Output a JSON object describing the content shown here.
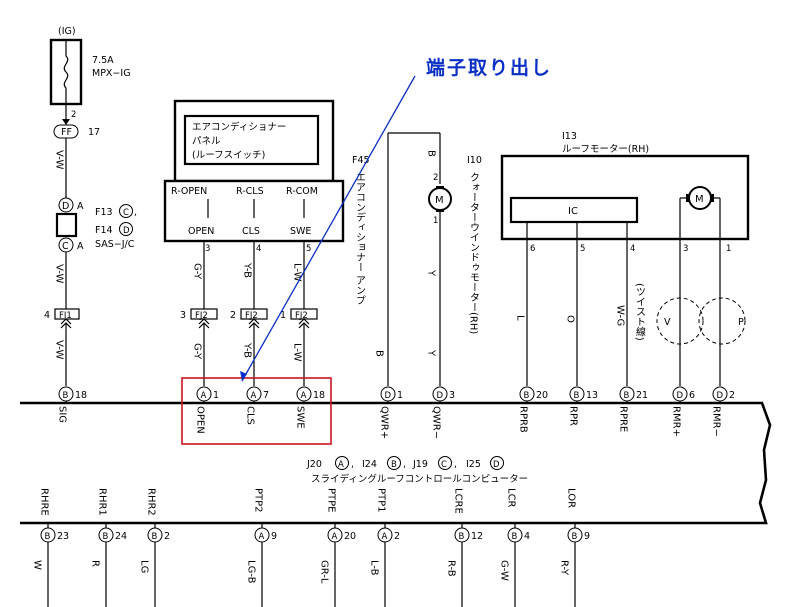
{
  "annotation": {
    "label": "端子取り出し",
    "color": "#0a2fc4",
    "highlight": "#c8171e"
  },
  "fuse": {
    "ig": "(IG)",
    "rating": "7.5A",
    "name": "MPX−IG",
    "pin_out": "2",
    "conn_label": "FF",
    "conn_pin": "17"
  },
  "junction": {
    "top_letter": "D",
    "top_pin": "A",
    "bottom_letter": "C",
    "bottom_pin": "A",
    "f13": "F13",
    "f13_letter": "C",
    "f14": "F14",
    "f14_letter": "D",
    "name": "SAS−J/C"
  },
  "fi1": {
    "pin": "4",
    "label": "FI1"
  },
  "panel": {
    "line1": "エアコンディショナー",
    "line2": "パネル",
    "line3": "(ルーフスイッチ)",
    "out1": "R-OPEN",
    "out2": "R-CLS",
    "out3": "R-COM",
    "term1": "OPEN",
    "term2": "CLS",
    "term3": "SWE",
    "pin1": "3",
    "pin2": "4",
    "pin3": "5"
  },
  "fj2": {
    "label": "FJ2",
    "pin1": "3",
    "pin2": "2",
    "pin3": "1"
  },
  "f45": {
    "code": "F45",
    "name": "エアコンディショナー アンプ"
  },
  "i10": {
    "code": "I10",
    "name": "クォーターウインドゥモーター(RH)",
    "pin_top": "2",
    "pin_bottom": "1",
    "motor": "M"
  },
  "i13": {
    "code": "I13",
    "name": "ルーフモーター(RH)",
    "ic": "IC",
    "motor": "M",
    "pins": [
      "6",
      "5",
      "4",
      "3",
      "1"
    ]
  },
  "sensors": {
    "twisted": "(ツイスト線)",
    "v": "V",
    "p": "P"
  },
  "wires_top": {
    "vw1": "V-W",
    "vw2": "V-W",
    "vw3": "V-W",
    "gy1": "G-Y",
    "yb1": "Y-B",
    "lw1": "L-W",
    "gy2": "G-Y",
    "yb2": "Y-B",
    "lw2": "L-W",
    "b1": "B",
    "b2": "B",
    "y1": "Y",
    "y2": "Y",
    "l": "L",
    "o": "O",
    "wg": "W-G"
  },
  "bus_connectors": [
    {
      "letter": "B",
      "pin": "18",
      "term": "SIG"
    },
    {
      "letter": "A",
      "pin": "1",
      "term": "OPEN"
    },
    {
      "letter": "A",
      "pin": "7",
      "term": "CLS"
    },
    {
      "letter": "A",
      "pin": "18",
      "term": "SWE"
    },
    {
      "letter": "D",
      "pin": "1",
      "term": "QWR+"
    },
    {
      "letter": "D",
      "pin": "3",
      "term": "QWR−"
    },
    {
      "letter": "B",
      "pin": "20",
      "term": "RPRB"
    },
    {
      "letter": "B",
      "pin": "13",
      "term": "RPR"
    },
    {
      "letter": "B",
      "pin": "21",
      "term": "RPRE"
    },
    {
      "letter": "D",
      "pin": "6",
      "term": "RMR+"
    },
    {
      "letter": "D",
      "pin": "2",
      "term": "RMR−"
    }
  ],
  "computer": {
    "j20": "J20",
    "j20l": "A",
    "i24": "I24",
    "i24l": "B",
    "j19": "J19",
    "j19l": "C",
    "i25": "I25",
    "i25l": "D",
    "name": "スライディングルーフコントロールコンピューター"
  },
  "bottom_connectors": [
    {
      "term": "RHRE",
      "letter": "B",
      "pin": "23",
      "wire": "W"
    },
    {
      "term": "RHR1",
      "letter": "B",
      "pin": "24",
      "wire": "R"
    },
    {
      "term": "RHR2",
      "letter": "B",
      "pin": "2",
      "wire": "LG"
    },
    {
      "term": "PTP2",
      "letter": "A",
      "pin": "9",
      "wire": "LG-B"
    },
    {
      "term": "PTPE",
      "letter": "A",
      "pin": "20",
      "wire": "GR-L"
    },
    {
      "term": "PTP1",
      "letter": "A",
      "pin": "2",
      "wire": "L-B"
    },
    {
      "term": "LCRE",
      "letter": "B",
      "pin": "12",
      "wire": "R-B"
    },
    {
      "term": "LCR",
      "letter": "B",
      "pin": "4",
      "wire": "G-W"
    },
    {
      "term": "LOR",
      "letter": "B",
      "pin": "9",
      "wire": "R-Y"
    }
  ]
}
